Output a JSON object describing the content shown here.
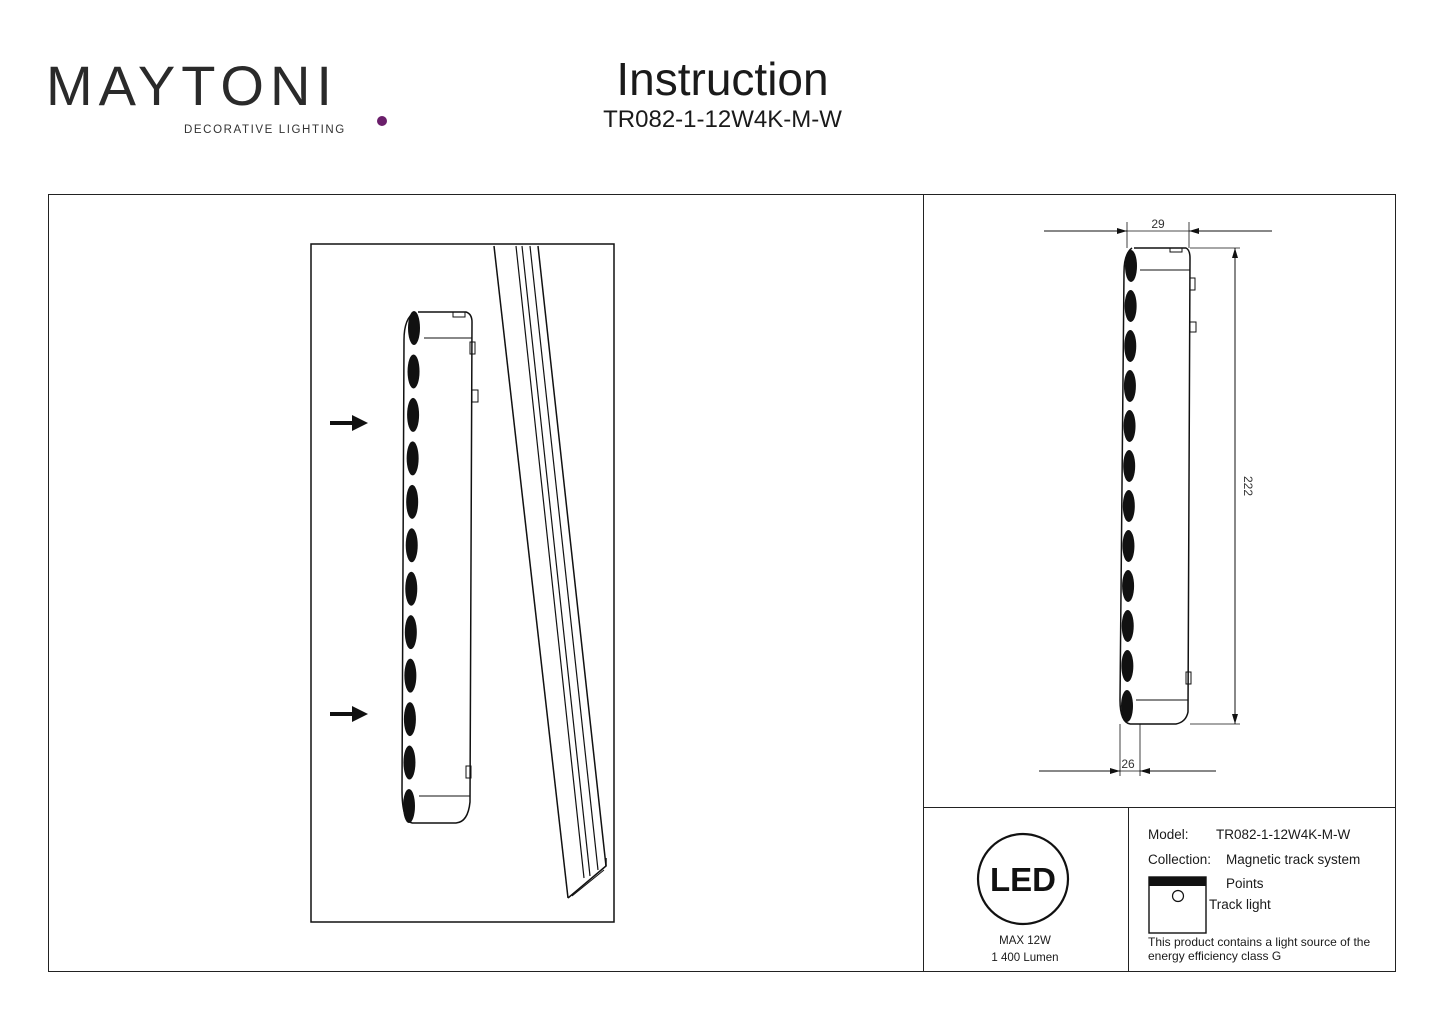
{
  "brand": {
    "name": "MAYTONI",
    "tagline": "DECORATIVE LIGHTING",
    "dot_color": "#6a1e6a"
  },
  "header": {
    "title": "Instruction",
    "model_code": "TR082-1-12W4K-M-W"
  },
  "dimensions": {
    "width_top": "29",
    "width_bottom": "26",
    "height": "222"
  },
  "led": {
    "badge_icon": "led-icon",
    "badge_text": "LED",
    "power": "MAX 12W",
    "lumen": "1 400 Lumen"
  },
  "specs": {
    "model_label": "Model:",
    "model_value": "TR082-1-12W4K-M-W",
    "collection_label": "Collection:",
    "collection_value": "Magnetic track system",
    "type_value": "Points",
    "type_icon": "track-light-icon",
    "type_icon_label": "Track light",
    "energy_note": "This product contains a light source of the energy efficiency class G"
  }
}
